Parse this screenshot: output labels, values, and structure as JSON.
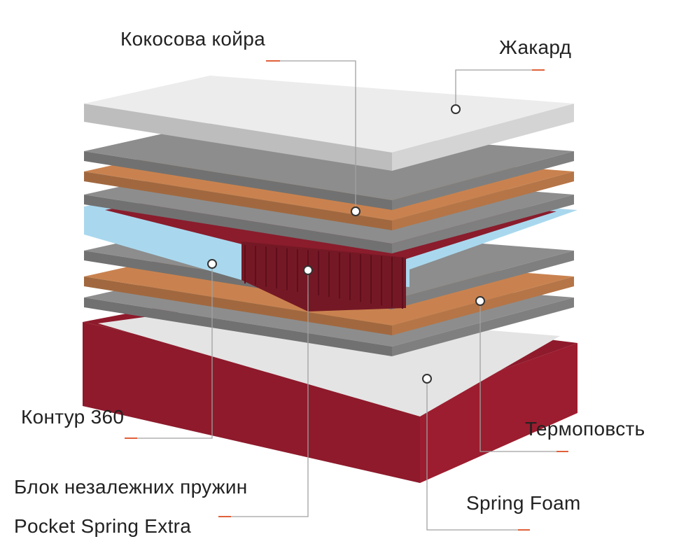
{
  "labels": {
    "coconut": "Кокосова койра",
    "jacquard": "Жакард",
    "contour": "Контур 360",
    "block_line1": "Блок незалежних пружин",
    "block_line2": "Pocket Spring Extra",
    "thermo": "Термоповсть",
    "spring_foam": "Spring Foam"
  },
  "colors": {
    "jacquard": "#ececec",
    "felt": "#8d8d8d",
    "coconut": "#c9824f",
    "foam": "#a9d8ee",
    "springs": "#8a1c2c",
    "base": "#8e1a2b",
    "line": "#a0a0a0",
    "accent": "#e0603a"
  }
}
